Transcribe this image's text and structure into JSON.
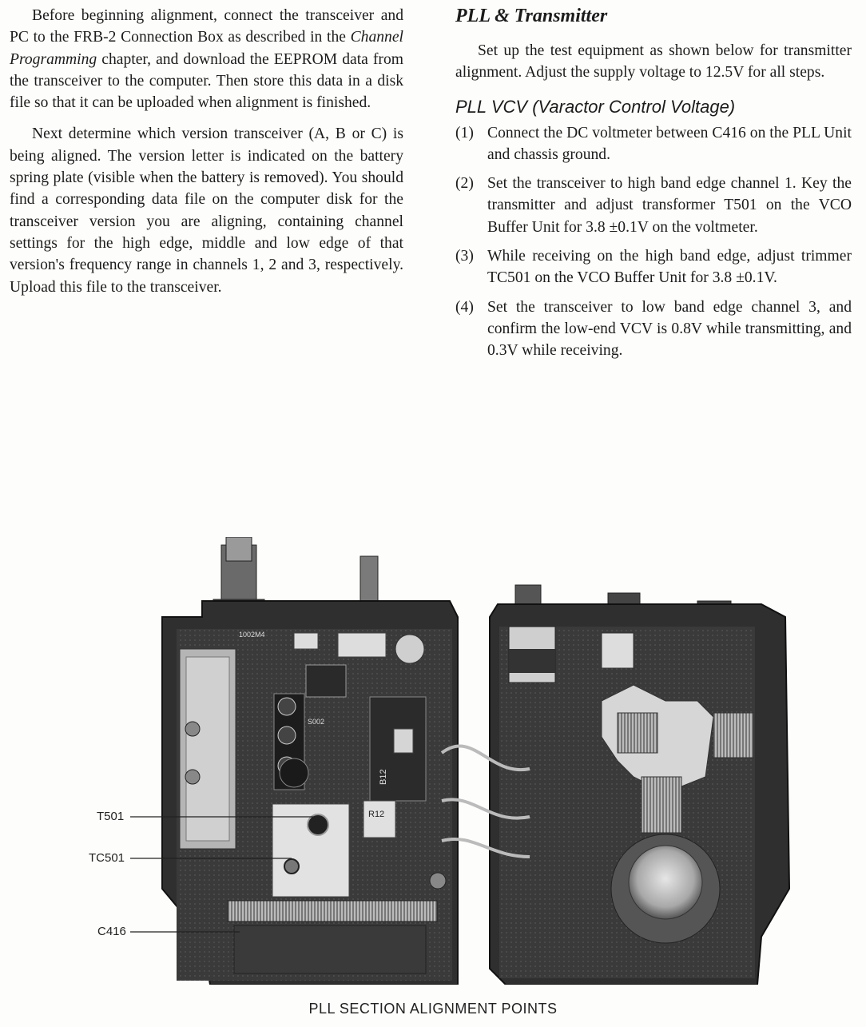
{
  "left_column": {
    "paragraph1_part1": "Before beginning alignment, connect the transceiver and PC to the FRB-2 Connection Box as described in the ",
    "paragraph1_italic": "Channel Programming",
    "paragraph1_part2": " chapter, and download the EEPROM data from the transceiver to the computer. Then store this data in a disk file so that it can be uploaded when alignment is finished.",
    "paragraph2": "Next determine which version transceiver (A, B or C) is being aligned. The version letter is indicated on the battery spring plate (visible when the battery is removed). You should find a corresponding data file on the computer disk for the transceiver version you are aligning, containing channel settings for the high edge, middle and low edge of that version's frequency range in channels 1, 2 and 3, respectively. Upload this file to the transceiver."
  },
  "right_column": {
    "heading": "PLL & Transmitter",
    "intro": "Set up the test equipment as shown below for transmitter alignment. Adjust the supply voltage to 12.5V for all steps.",
    "subheading": "PLL VCV (Varactor Control Voltage)",
    "steps": [
      {
        "num": "(1)",
        "text": "Connect the DC voltmeter between C416 on the PLL Unit and chassis ground."
      },
      {
        "num": "(2)",
        "text": "Set the transceiver to high band edge channel 1. Key the transmitter and adjust transformer T501 on the VCO  Buffer Unit for 3.8 ±0.1V on the voltmeter."
      },
      {
        "num": "(3)",
        "text": "While receiving on the high band edge, adjust trimmer TC501 on the VCO Buffer Unit for 3.8 ±0.1V."
      },
      {
        "num": "(4)",
        "text": "Set the transceiver to low band edge channel 3, and confirm the low-end VCV is 0.8V while transmitting, and 0.3V while receiving."
      }
    ]
  },
  "figure": {
    "callouts": [
      "T501",
      "TC501",
      "C416"
    ],
    "caption": "PLL SECTION ALIGNMENT POINTS",
    "board_markings": [
      "1002M4",
      "S002",
      "B12",
      "R12"
    ]
  }
}
